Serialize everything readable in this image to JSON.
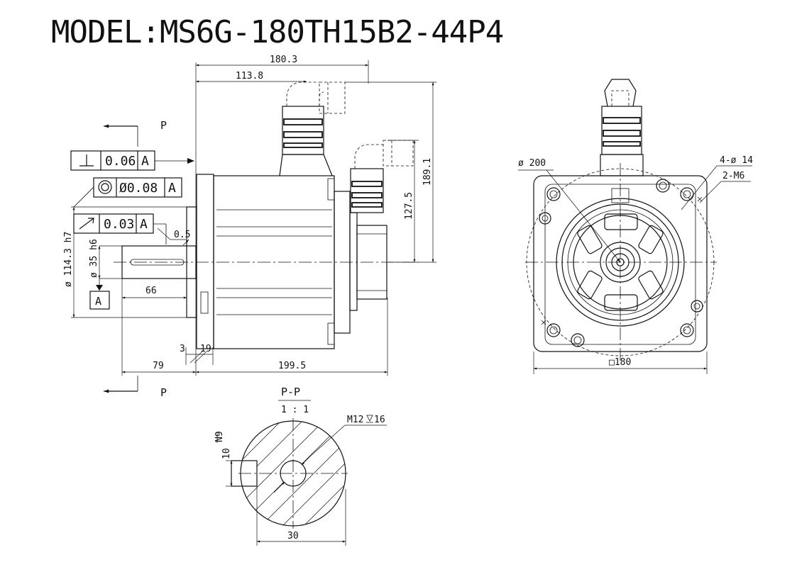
{
  "title": "MODEL:MS6G-180TH15B2-44P4",
  "side_view": {
    "dims": {
      "overall_top": "180.3",
      "conn1_pos": "113.8",
      "conn_height": "189.1",
      "conn2_height": "127.5",
      "shaft_len": "66",
      "flange_gap": "0.5",
      "spigot_dia": "ø 114.3  h7",
      "shaft_dia": "ø 35 h6",
      "shaft_total": "79",
      "flange_thk_a": "3",
      "flange_thk_b": "19",
      "body_len": "199.5"
    },
    "section_marker": "P",
    "datum": "A",
    "gdt": [
      {
        "symbol": "perpendicularity",
        "tol": "0.06",
        "datum": "A"
      },
      {
        "symbol": "concentricity",
        "tol": "Ø0.08",
        "datum": "A"
      },
      {
        "symbol": "circular-runout",
        "tol": "0.03",
        "datum": "A"
      }
    ]
  },
  "front_view": {
    "dims": {
      "pcd": "ø 200",
      "holes": "4-ø 14",
      "tapped": "2-M6",
      "square": "□180"
    }
  },
  "section_view": {
    "title": "P-P",
    "scale": "1 : 1",
    "tapped_hole": "M12",
    "tapped_depth": "16",
    "keyway_depth": "10",
    "keyway_tol": "N9",
    "shaft_dia": "30"
  }
}
